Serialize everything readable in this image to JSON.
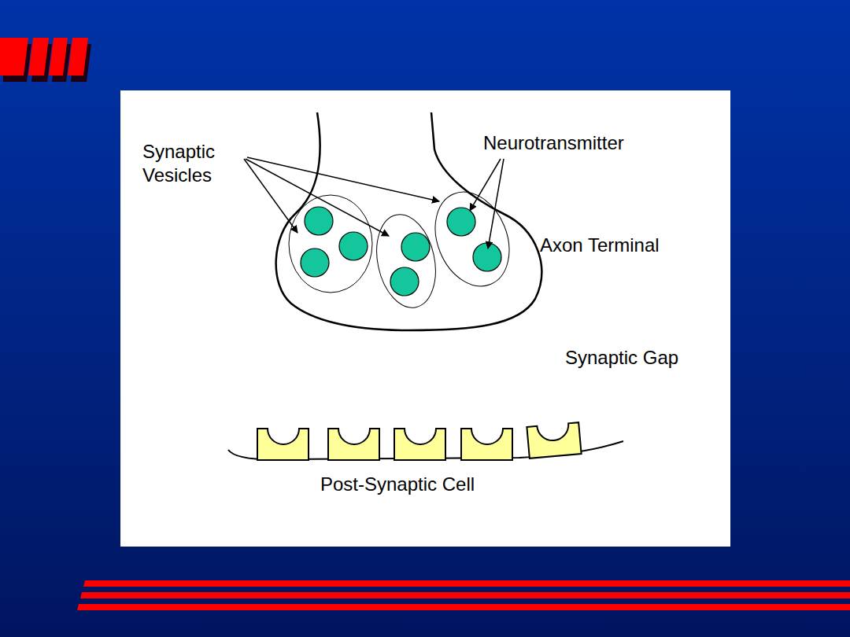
{
  "diagram": {
    "labels": [
      "Synaptic Vesicles",
      "Neurotransmitter",
      "Axon Terminal",
      "Synaptic Gap",
      "Post-Synaptic Cell"
    ]
  }
}
